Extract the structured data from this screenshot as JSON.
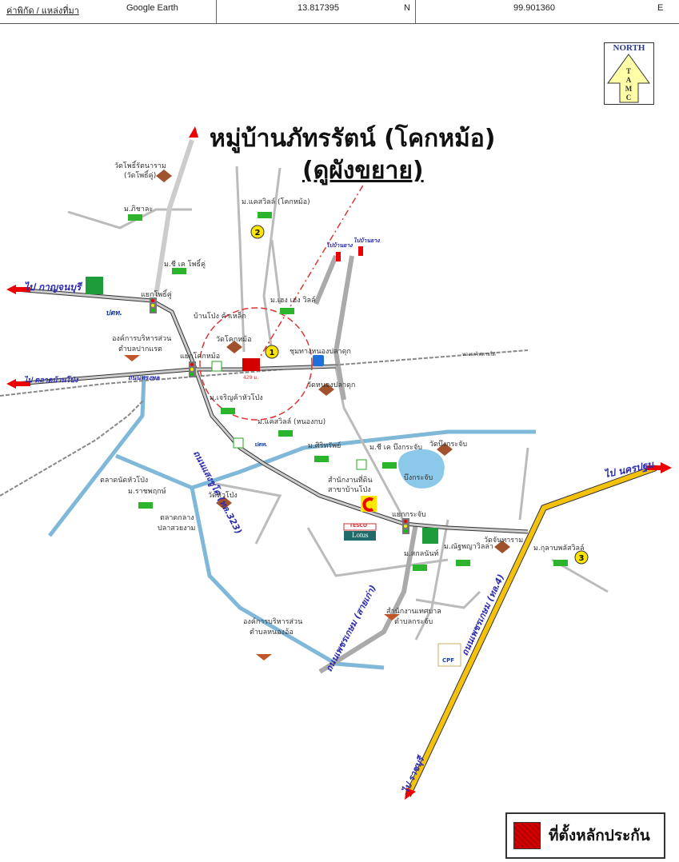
{
  "header": {
    "source_label": "ค่าพิกัด / แหล่งที่มา",
    "source_value": "Google Earth",
    "latitude": "13.817395",
    "lat_dir": "N",
    "longitude": "99.901360",
    "lon_dir": "E"
  },
  "north_arrow": {
    "top": "NORTH",
    "letters": [
      "T",
      "A",
      "M",
      "C"
    ]
  },
  "title": {
    "line1": "หมู่บ้านภัทรรัตน์ (โคกหม้อ)",
    "line2": "(ดูผังขยาย)"
  },
  "legend": {
    "label": "ที่ตั้งหลักประกัน",
    "color": "#d40000"
  },
  "directions": {
    "kanchanaburi": "ไป กาญจนบุรี",
    "talad_ban_pong": "ไป ตลาดบ้านโป่ง",
    "nakhon_pathom": "ไป นครปฐม",
    "ratchaburi": "ไป ราชบุรี",
    "to_ban_pong_1": "ไปบ้านยาง",
    "to_ban_pong_2": "ไปบ้านยาง"
  },
  "roads": {
    "saeng_chuto": "ถนนแสงชูโต (ทล.323)",
    "phet_kasem_old": "ถนนเพชรเกษม (สายเก่า)",
    "phet_kasem": "ถนนเพชรเกษม (ทล.4)",
    "songphon": "ถนนทรงพล",
    "railway": "ทางรถไฟสายใต้"
  },
  "places": {
    "wat_pho_rat": "วัดโพธิ์รัตนาราม",
    "wat_pho_rat_sub": "(วัดโพธิ์คู่)",
    "m_phichai": "ม.ภิชาละ",
    "m_gk_pho": "ม.ชี เค โพธิ์คู่",
    "m_casaville": "ม.แคสวิลล์ (โคกหม้อ)",
    "m_heng": "ม.เฮง เฮง วิลล์",
    "intersection_pho": "แยกโพธิ์คู่",
    "intersection_khok": "แยกโคกหม้อ",
    "intersection_bung": "แยกกระจับ",
    "ban_pong_steel": "บ้านโป่ง ค้าเหล็ก",
    "wat_khok_mo": "วัดโคกหม้อ",
    "obt_pak_raet": "องค์การบริหารส่วน",
    "obt_pak_raet_sub": "ตำบลปากแรด",
    "nong_pla_duk": "ชุมทางหนองปลาดุก",
    "wat_nong_pla_duk": "วัดหนองปลาดุก",
    "m_charoen": "ม.เจริญค้าหัวโป่ง",
    "m_casaville2": "ม.แคสวิลล์ (หนองกบ)",
    "m_sirithip": "ม.ศิริทรัพย์",
    "m_gk_bung": "ม.ชี เค บึงกระจับ",
    "wat_bung": "วัดบึงกระจับ",
    "bung_krachap": "บึงกระจับ",
    "land_office": "สำนักงานที่ดิน",
    "land_office_sub": "สาขาบ้านโป่ง",
    "talad_hua": "ตลาดนัดหัวโป่ง",
    "m_ratchaphruek": "ม.ราชพฤกษ์",
    "wat_hua_pong": "วัดหัวโป่ง",
    "talad_klang": "ตลาดกลาง",
    "talad_klang_sub": "ปลาสวยงาม",
    "m_sakon": "ม.สกลนันท์",
    "m_natthaya": "ม.ณัฐพญาวิลล่า",
    "wat_chan": "วัดจันทาราม",
    "m_kulap": "ม.กุลาบพลัสวิลล์",
    "municipal": "สำนักงานเทศบาล",
    "municipal_sub": "ตำบลกระจับ",
    "obt_nong": "องค์การบริหารส่วน",
    "obt_nong_sub": "ตำบลหนองอ้อ",
    "tesco": "TESCO",
    "lotus": "Lotus",
    "ptt": "ปตท.",
    "cpf": "CPF",
    "dist": "429 ม."
  },
  "markers": [
    "1",
    "2",
    "3"
  ]
}
